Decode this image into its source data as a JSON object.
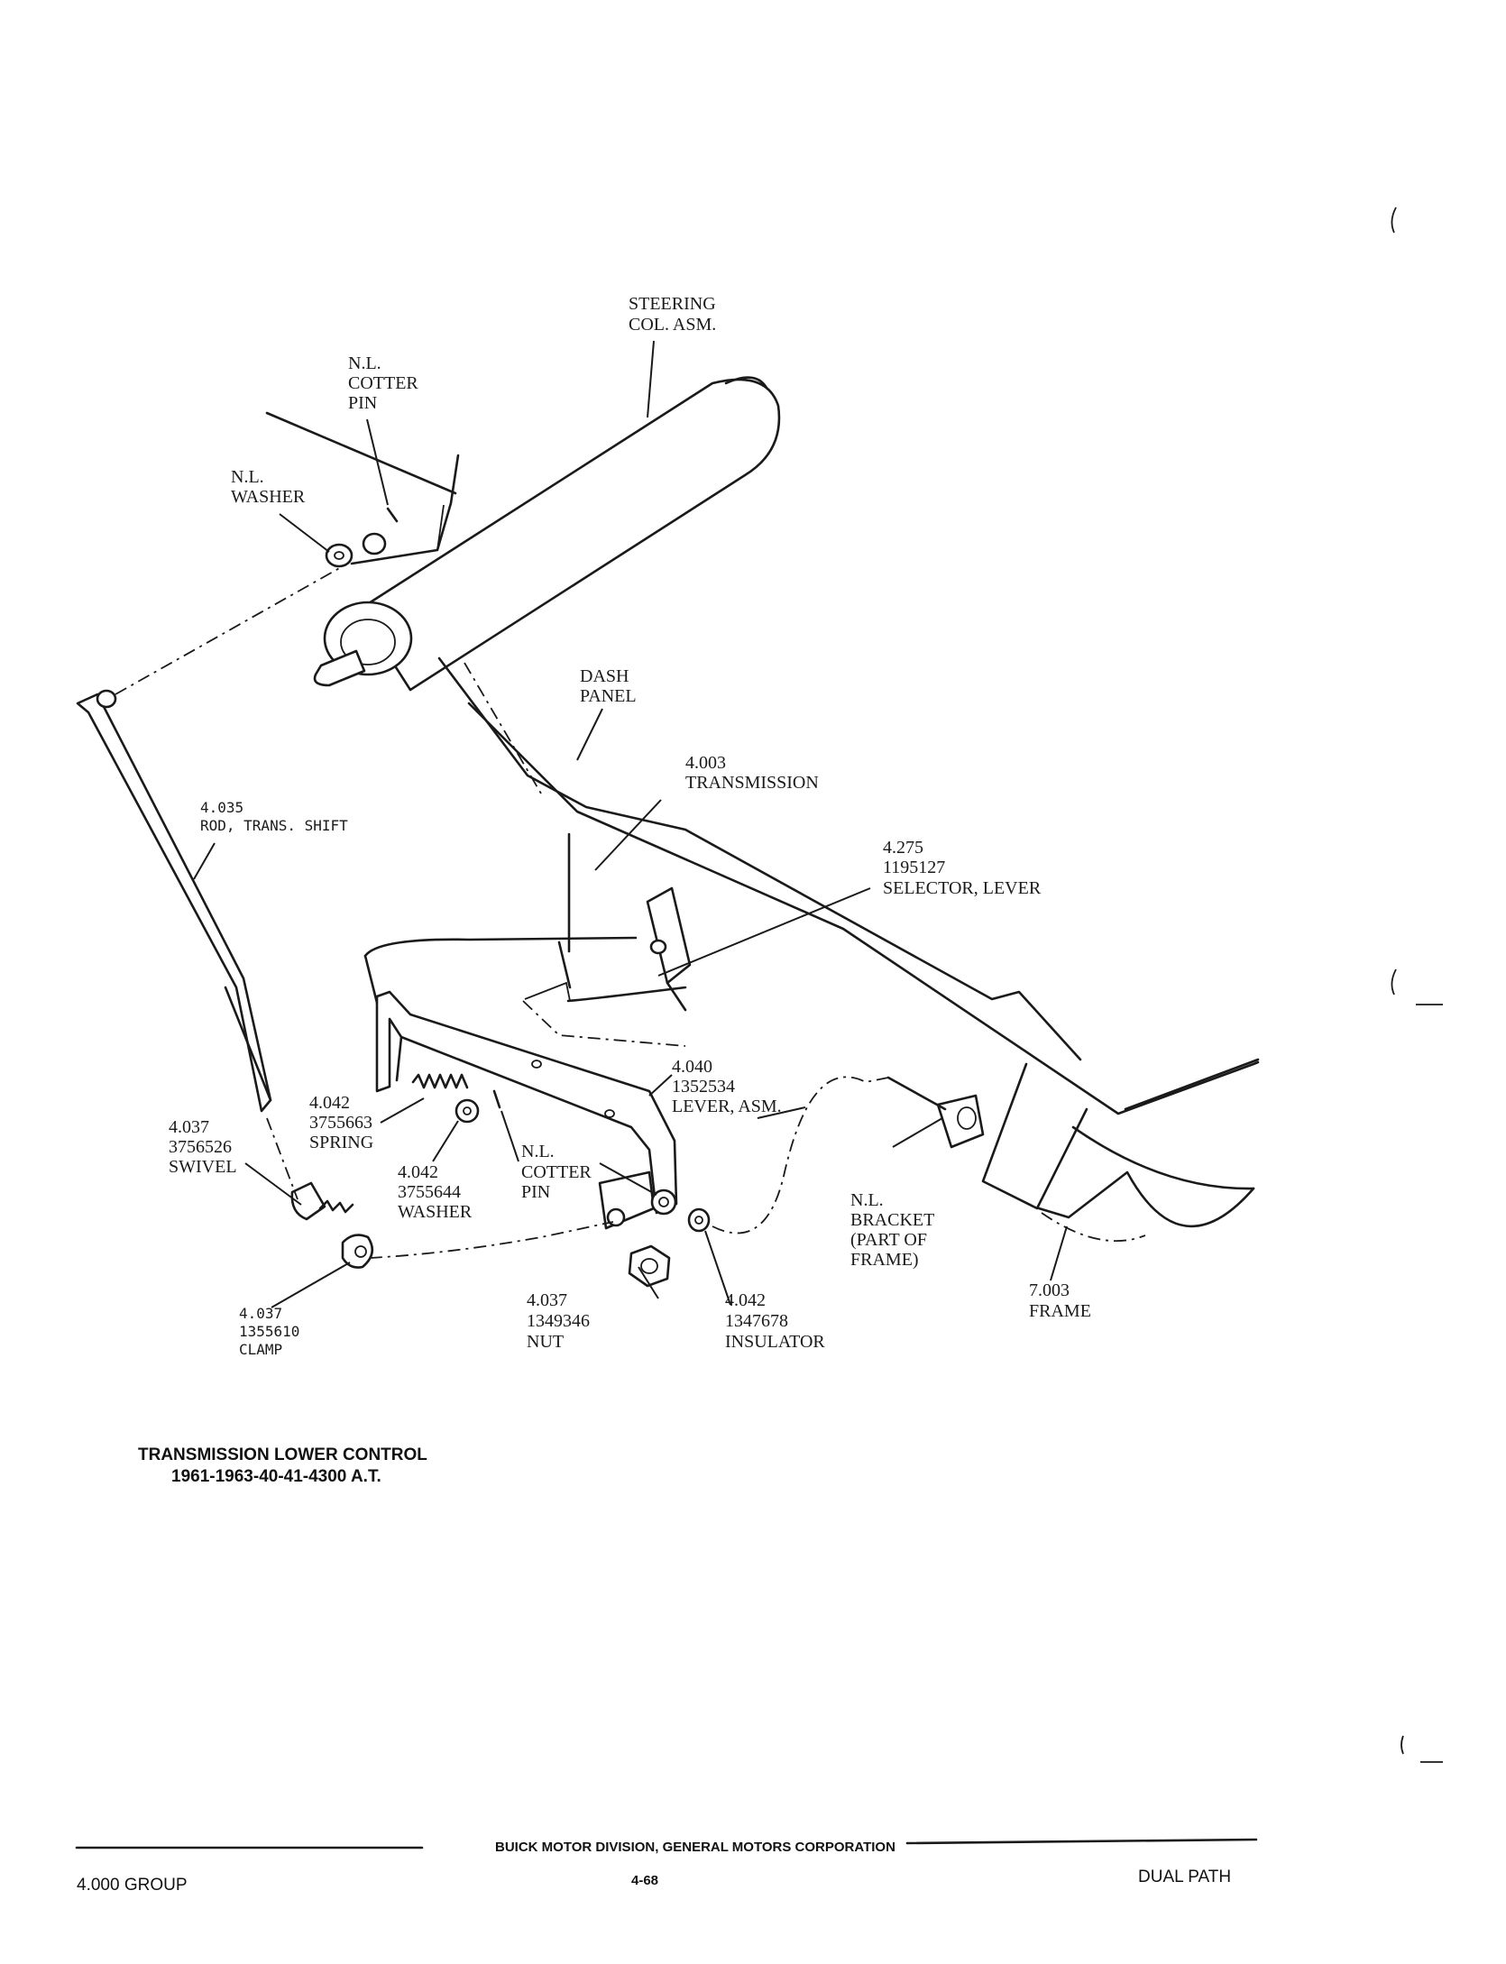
{
  "labels": {
    "steering": [
      "STEERING",
      "COL. ASM."
    ],
    "nl_cotter_top": [
      "N.L.",
      "COTTER",
      "PIN"
    ],
    "nl_washer_top": [
      "N.L.",
      "WASHER"
    ],
    "dash_panel": [
      "DASH",
      "PANEL"
    ],
    "transmission": [
      "4.003",
      "TRANSMISSION"
    ],
    "rod": [
      "4.035",
      "ROD, TRANS. SHIFT"
    ],
    "selector": [
      "4.275",
      "1195127",
      "SELECTOR, LEVER"
    ],
    "lever_asm": [
      "4.040",
      "1352534",
      "LEVER, ASM."
    ],
    "spring": [
      "4.042",
      "3755663",
      "SPRING"
    ],
    "swivel": [
      "4.037",
      "3756526",
      "SWIVEL"
    ],
    "washer": [
      "4.042",
      "3755644",
      "WASHER"
    ],
    "nl_cotter_mid": [
      "N.L.",
      "COTTER",
      "PIN"
    ],
    "bracket": [
      "N.L.",
      "BRACKET",
      "(PART OF",
      "FRAME)"
    ],
    "clamp": [
      "4.037",
      "1355610",
      "CLAMP"
    ],
    "nut": [
      "4.037",
      "1349346",
      "NUT"
    ],
    "insulator": [
      "4.042",
      "1347678",
      "INSULATOR"
    ],
    "frame": [
      "7.003",
      "FRAME"
    ]
  },
  "caption": {
    "title": "TRANSMISSION LOWER CONTROL",
    "subtitle": "1961-1963-40-41-4300 A.T."
  },
  "footer": {
    "company": "BUICK MOTOR DIVISION, GENERAL MOTORS CORPORATION",
    "group": "4.000 GROUP",
    "page": "4-68",
    "section": "DUAL PATH"
  }
}
